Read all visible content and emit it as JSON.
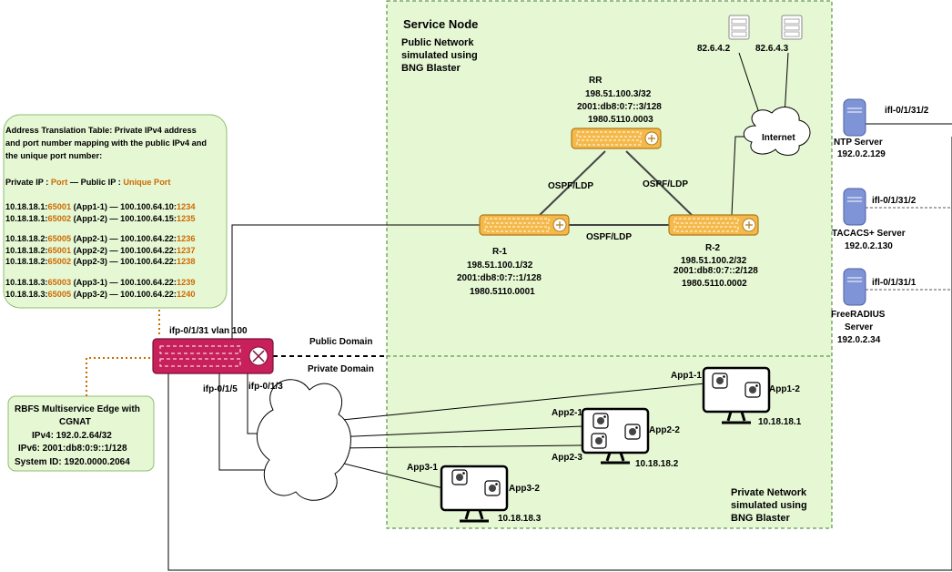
{
  "service_node": {
    "title": "Service Node",
    "public_network": [
      "Public Network",
      "simulated using",
      "BNG Blaster"
    ],
    "private_network": [
      "Private Network",
      "simulated using",
      "BNG Blaster"
    ]
  },
  "rr": {
    "name": "RR",
    "ipv4": "198.51.100.3/32",
    "ipv6": "2001:db8:0:7::3/128",
    "sysid": "1980.5110.0003"
  },
  "r1": {
    "name": "R-1",
    "ipv4": "198.51.100.1/32",
    "ipv6": "2001:db8:0:7::1/128",
    "sysid": "1980.5110.0001"
  },
  "r2": {
    "name": "R-2",
    "ipv4": "198.51.100.2/32",
    "ipv6": "2001:db8:0:7::2/128",
    "sysid": "1980.5110.0002"
  },
  "links": {
    "rr_r1": "OSPF/LDP",
    "rr_r2": "OSPF/LDP",
    "r1_r2": "OSPF/LDP"
  },
  "internet": {
    "label": "Internet",
    "servers": [
      "82.6.4.2",
      "82.6.4.3"
    ]
  },
  "right_servers": [
    {
      "ifl": "ifl-0/1/31/2",
      "name_lines": [
        "NTP Server"
      ],
      "ip": "192.0.2.129"
    },
    {
      "ifl": "ifl-0/1/31/2",
      "name_lines": [
        "TACACS+ Server"
      ],
      "ip": "192.0.2.130"
    },
    {
      "ifl": "ifl-0/1/31/1",
      "name_lines": [
        "FreeRADIUS",
        "Server"
      ],
      "ip": "192.0.2.34"
    }
  ],
  "domains": {
    "public": "Public Domain",
    "private": "Private Domain"
  },
  "rbfs": {
    "port_top": "ifp-0/1/31 vlan 100",
    "port_left": "ifp-0/1/5",
    "port_right": "ifp-0/1/3",
    "info_lines": [
      "RBFS Multiservice Edge with",
      "CGNAT",
      "IPv4:  192.0.2.64/32",
      "IPv6:  2001:db8:0:9::1/128",
      "System ID:  1920.0000.2064"
    ]
  },
  "translation": {
    "intro_lines": [
      "Address Translation Table: Private IPv4 address",
      "and port number mapping with the public IPv4 and",
      "the unique port number:"
    ],
    "header": {
      "private_ip": "Private IP : ",
      "port": "Port",
      "sep": "  —  ",
      "public_ip": "Public IP : ",
      "unique_port": "Unique Port"
    },
    "rows": [
      {
        "ip": "10.18.18.1:",
        "port": "65001",
        "app": " (App1-1) — 100.100.64.10:",
        "uport": "1234"
      },
      {
        "ip": "10.18.18.1:",
        "port": "65002",
        "app": " (App1-2) — 100.100.64.15:",
        "uport": "1235"
      },
      {
        "ip": "10.18.18.2:",
        "port": "65005",
        "app": " (App2-1) — 100.100.64.22:",
        "uport": "1236"
      },
      {
        "ip": "10.18.18.2:",
        "port": "65001",
        "app": " (App2-2) — 100.100.64.22:",
        "uport": "1237"
      },
      {
        "ip": "10.18.18.2:",
        "port": "65002",
        "app": " (App2-3) — 100.100.64.22:",
        "uport": "1238"
      },
      {
        "ip": "10.18.18.3:",
        "port": "65003",
        "app": " (App3-1) — 100.100.64.22:",
        "uport": "1239"
      },
      {
        "ip": "10.18.18.3:",
        "port": "65005",
        "app": " (App3-2) — 100.100.64.22:",
        "uport": "1240"
      }
    ]
  },
  "hosts": [
    {
      "apps": [
        "App1-1",
        "App1-2"
      ],
      "ip": "10.18.18.1"
    },
    {
      "apps": [
        "App2-1",
        "App2-2",
        "App2-3"
      ],
      "ip": "10.18.18.2"
    },
    {
      "apps": [
        "App3-1",
        "App3-2"
      ],
      "ip": "10.18.18.3"
    }
  ],
  "colors": {
    "green_fill": "#e6f7d4",
    "green_stroke": "#3f7f24",
    "router_orange": "#f5b94a",
    "rbfs_pink": "#c7205a",
    "port_orange": "#cc6a00",
    "server_blue": "#7f94d6"
  }
}
